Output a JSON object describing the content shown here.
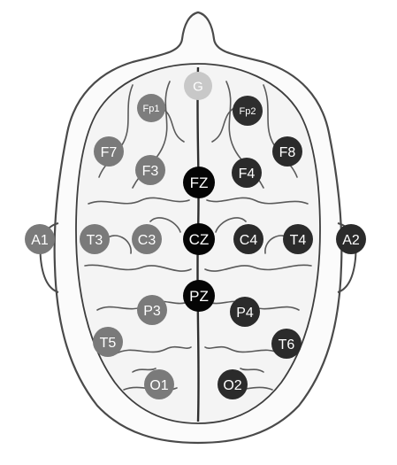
{
  "diagram": {
    "electrodes": [
      {
        "id": "G",
        "label": "G",
        "color": "#c8c8c8"
      },
      {
        "id": "Fp1",
        "label": "Fp1",
        "color": "#7d7d7d"
      },
      {
        "id": "Fp2",
        "label": "Fp2",
        "color": "#2e2e2e"
      },
      {
        "id": "F7",
        "label": "F7",
        "color": "#7a7a7a"
      },
      {
        "id": "F8",
        "label": "F8",
        "color": "#2b2b2b"
      },
      {
        "id": "F3",
        "label": "F3",
        "color": "#7a7a7a"
      },
      {
        "id": "F4",
        "label": "F4",
        "color": "#2b2b2b"
      },
      {
        "id": "FZ",
        "label": "FZ",
        "color": "#050505"
      },
      {
        "id": "A1",
        "label": "A1",
        "color": "#7a7a7a"
      },
      {
        "id": "T3",
        "label": "T3",
        "color": "#7a7a7a"
      },
      {
        "id": "C3",
        "label": "C3",
        "color": "#7a7a7a"
      },
      {
        "id": "CZ",
        "label": "CZ",
        "color": "#050505"
      },
      {
        "id": "C4",
        "label": "C4",
        "color": "#2b2b2b"
      },
      {
        "id": "T4",
        "label": "T4",
        "color": "#2b2b2b"
      },
      {
        "id": "A2",
        "label": "A2",
        "color": "#2b2b2b"
      },
      {
        "id": "PZ",
        "label": "PZ",
        "color": "#050505"
      },
      {
        "id": "P3",
        "label": "P3",
        "color": "#7a7a7a"
      },
      {
        "id": "P4",
        "label": "P4",
        "color": "#2b2b2b"
      },
      {
        "id": "T5",
        "label": "T5",
        "color": "#7a7a7a"
      },
      {
        "id": "T6",
        "label": "T6",
        "color": "#2b2b2b"
      },
      {
        "id": "O1",
        "label": "O1",
        "color": "#7a7a7a"
      },
      {
        "id": "O2",
        "label": "O2",
        "color": "#2b2b2b"
      }
    ]
  }
}
